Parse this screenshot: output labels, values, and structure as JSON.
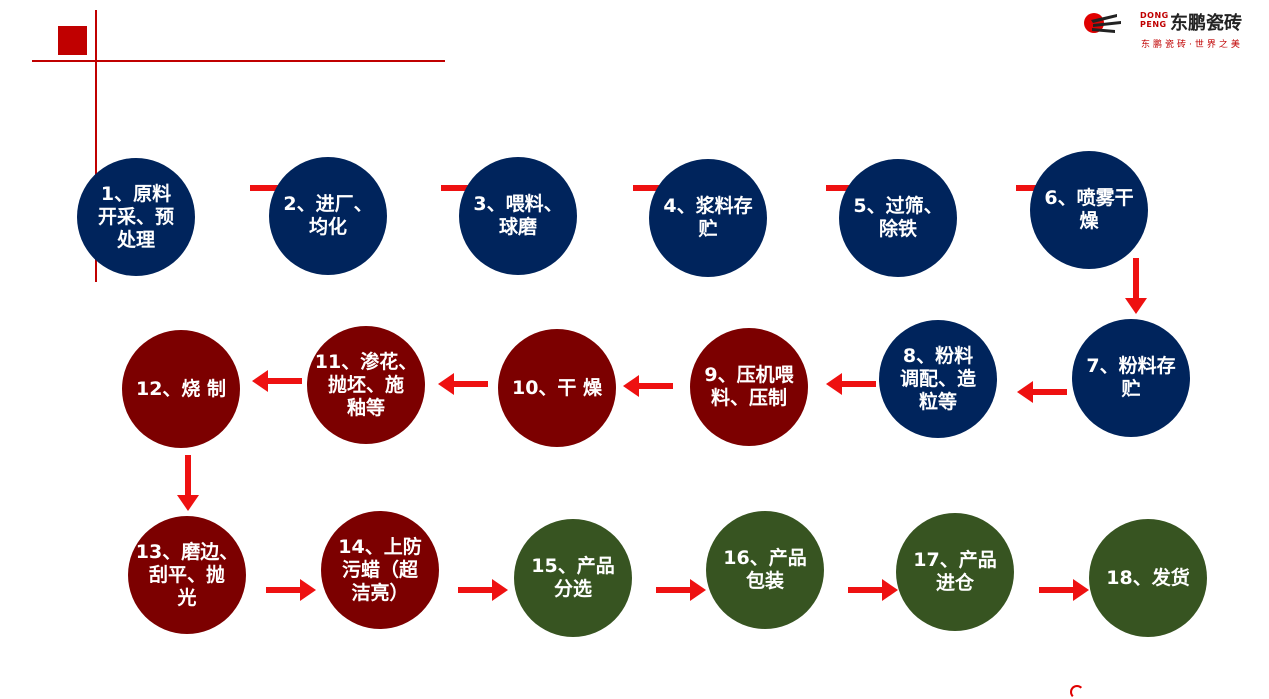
{
  "logo": {
    "en_line1": "DONG",
    "en_line2": "PENG",
    "cn": "东鹏瓷砖",
    "slogan": "东鹏瓷砖·世界之美"
  },
  "colors": {
    "accent": "#c00000",
    "arrow": "#ee1111",
    "navy": "#00245c",
    "maroon": "#7c0000",
    "green": "#375421"
  },
  "steps": [
    {
      "label": "1、原料开采、预处理",
      "lines": [
        "1、原料",
        "开采、预",
        "处理"
      ]
    },
    {
      "label": "2、进厂、均化",
      "lines": [
        "2、进厂、",
        "均化"
      ]
    },
    {
      "label": "3、喂料、球磨",
      "lines": [
        "3、喂料、",
        "球磨"
      ]
    },
    {
      "label": "4、浆料存贮",
      "lines": [
        "4、浆料存",
        "贮"
      ]
    },
    {
      "label": "5、过筛、除铁",
      "lines": [
        "5、过筛、",
        "除铁"
      ]
    },
    {
      "label": "6、喷雾干燥",
      "lines": [
        "6、喷雾干",
        "燥"
      ]
    },
    {
      "label": "7、粉料存贮",
      "lines": [
        "7、粉料存",
        "贮"
      ]
    },
    {
      "label": "8、粉料调配、造粒等",
      "lines": [
        "8、粉料",
        "调配、造",
        "粒等"
      ]
    },
    {
      "label": "9、压机喂料、压制",
      "lines": [
        "9、压机喂",
        "料、压制"
      ]
    },
    {
      "label": "10、干燥",
      "lines": [
        "10、干 燥"
      ]
    },
    {
      "label": "11、渗花、抛坯、施釉等",
      "lines": [
        "11、渗花、",
        "抛坯、施",
        "釉等"
      ]
    },
    {
      "label": "12、烧制",
      "lines": [
        "12、烧 制"
      ]
    },
    {
      "label": "13、磨边、刮平、抛光",
      "lines": [
        "13、磨边、",
        "刮平、抛",
        "光"
      ]
    },
    {
      "label": "14、上防污蜡（超洁亮）",
      "lines": [
        "14、上防",
        "污蜡（超",
        "洁亮）"
      ]
    },
    {
      "label": "15、产品分选",
      "lines": [
        "15、产品",
        "分选"
      ]
    },
    {
      "label": "16、产品包装",
      "lines": [
        "16、产品",
        "包装"
      ]
    },
    {
      "label": "17、产品进仓",
      "lines": [
        "17、产品",
        "进仓"
      ]
    },
    {
      "label": "18、发货",
      "lines": [
        "18、发货"
      ]
    }
  ]
}
